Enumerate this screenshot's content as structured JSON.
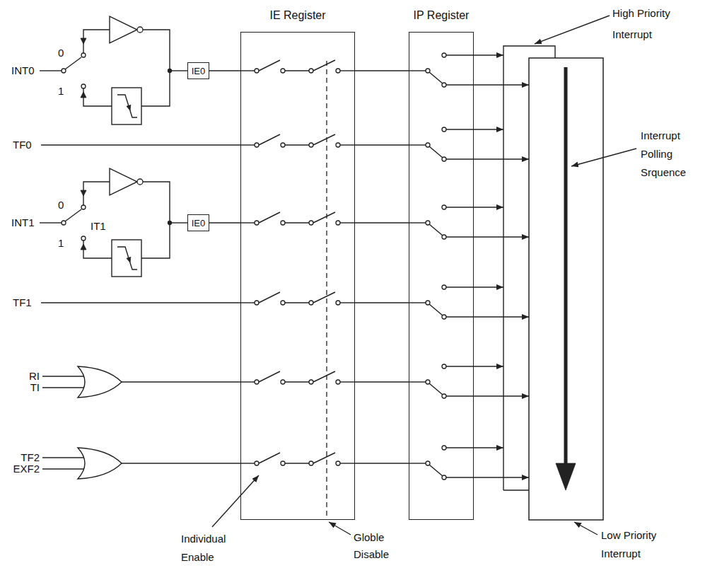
{
  "diagram": {
    "nodes": [
      {
        "text": [
          "IE Register"
        ]
      },
      {
        "text": [
          "IP Register"
        ]
      },
      {
        "text": [
          "IE0"
        ]
      },
      {
        "text": [
          "IE0"
        ]
      }
    ],
    "edges": [
      {
        "from": 2,
        "to": 0,
        "arrow": "none"
      },
      {
        "from": 3,
        "to": 0,
        "arrow": "none"
      },
      {
        "from": 0,
        "to": 1,
        "arrow": "none"
      },
      {
        "from": 0,
        "to": 1,
        "arrow": "none"
      },
      {
        "from": 0,
        "to": 1,
        "arrow": "none"
      },
      {
        "from": 0,
        "to": 1,
        "arrow": "none"
      },
      {
        "from": 0,
        "to": 1,
        "arrow": "none"
      },
      {
        "from": 0,
        "to": 1,
        "arrow": "none"
      }
    ],
    "labels": [
      "High Priority Interrupt",
      "INT0",
      "0",
      "1",
      "Interrupt Polling Srquence",
      "TF0",
      "INT1",
      "0",
      "IT1",
      "1",
      "TF1",
      "RI",
      "TI",
      "TF2",
      "EXF2",
      "Individual Enable",
      "Globle Disable",
      "Low Priority Interrupt"
    ]
  }
}
